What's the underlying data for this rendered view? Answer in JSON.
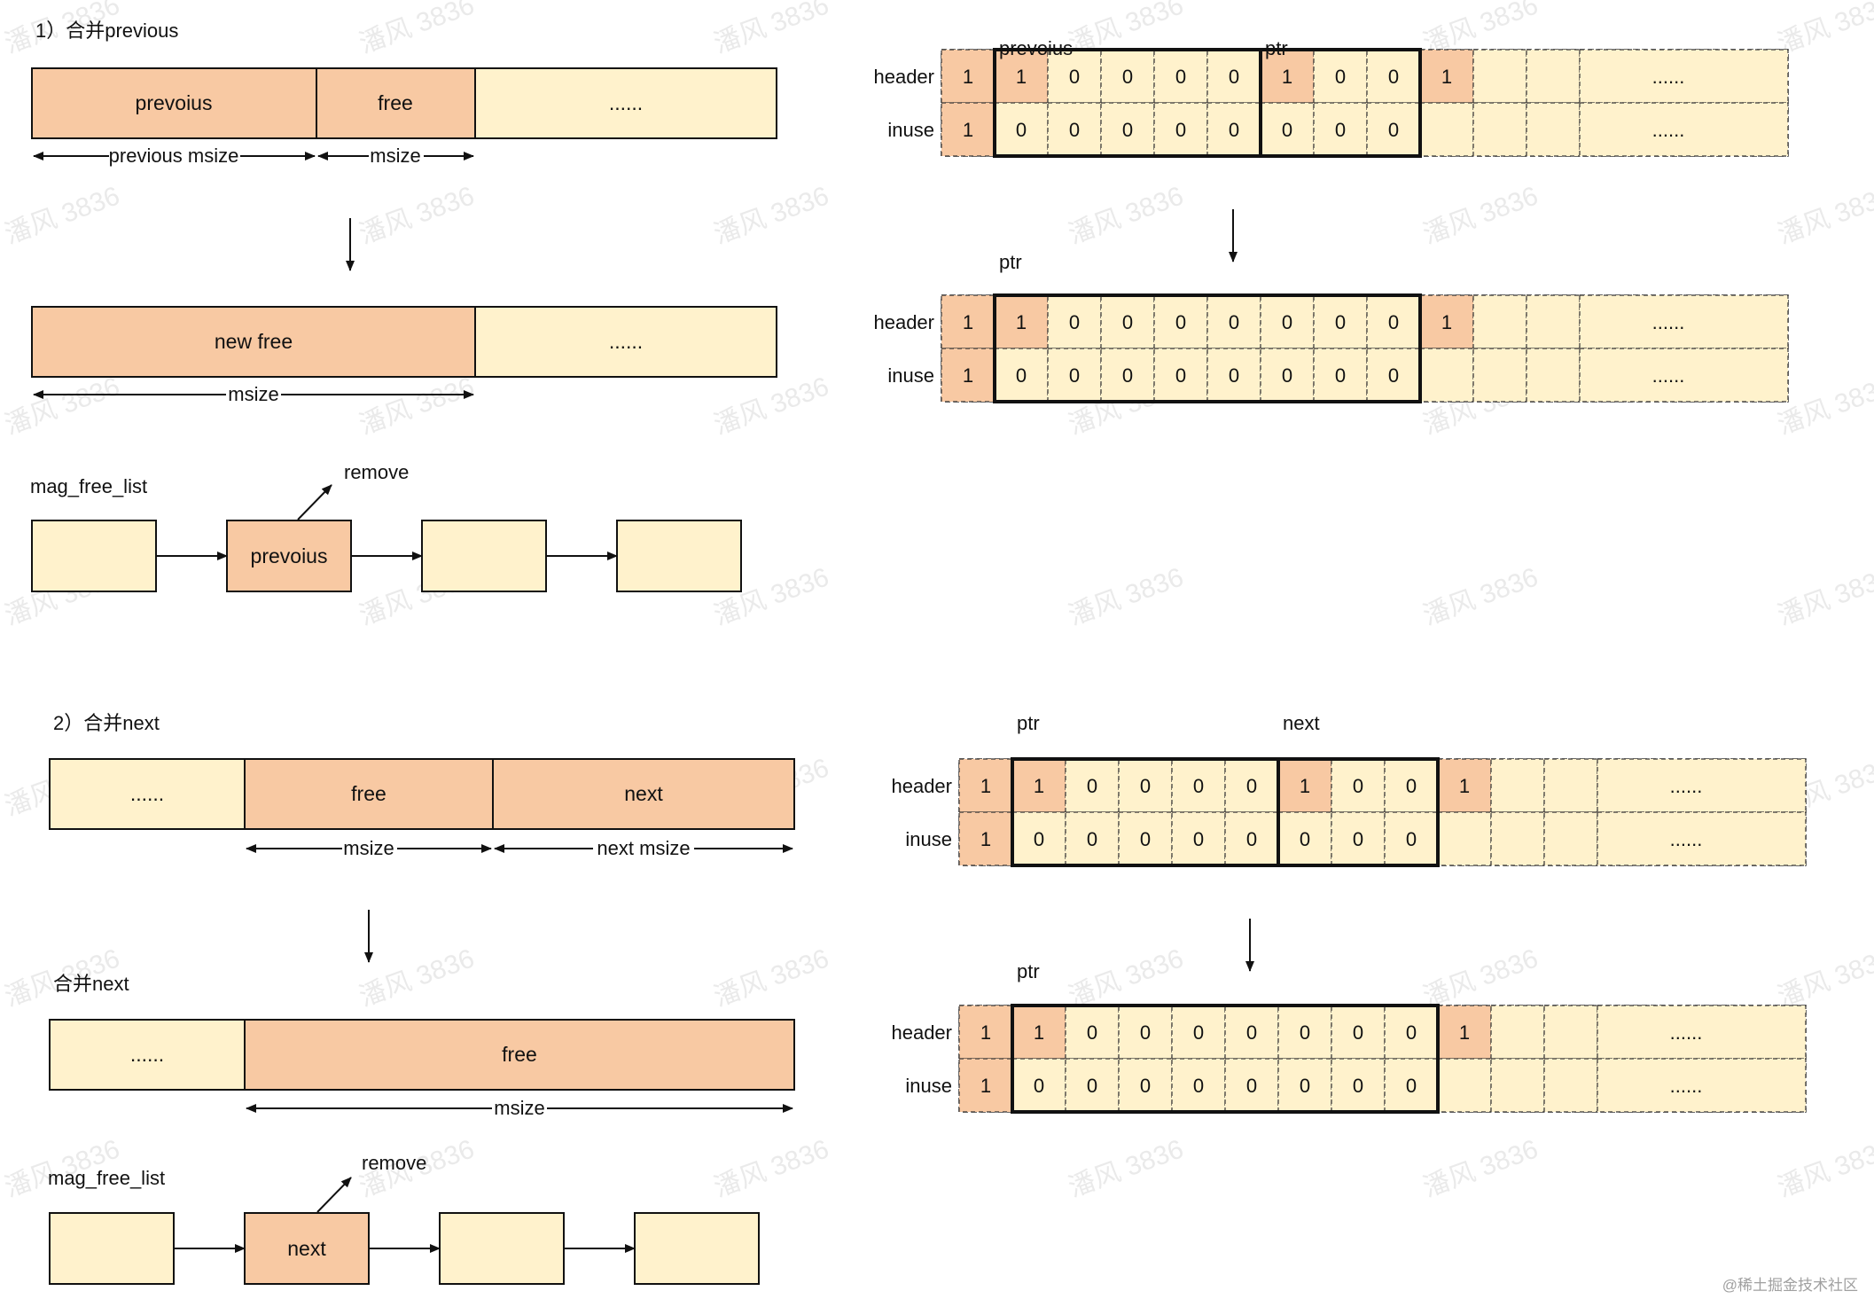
{
  "section1": {
    "title": "1）合并previous",
    "blocks": [
      "prevoius",
      "free",
      "......"
    ],
    "dims": [
      "previous msize",
      "msize"
    ],
    "merged": [
      "new free",
      "......"
    ],
    "merged_dim": "msize",
    "list_label": "mag_free_list",
    "list_node": "prevoius",
    "remove": "remove"
  },
  "section2": {
    "title": "2）合并next",
    "blocks": [
      "......",
      "free",
      "next"
    ],
    "dims": [
      "msize",
      "next msize"
    ],
    "subtitle": "合并next",
    "merged": [
      "......",
      "free"
    ],
    "merged_dim": "msize",
    "list_label": "mag_free_list",
    "list_node": "next",
    "remove": "remove"
  },
  "bitmaps": {
    "row_labels": [
      "header",
      "inuse"
    ],
    "ellipsis": "......",
    "g1": {
      "tags": [
        "prevoius",
        "ptr"
      ],
      "header": [
        "1",
        "1",
        "0",
        "0",
        "0",
        "0",
        "1",
        "0",
        "0",
        "1"
      ],
      "inuse": [
        "1",
        "0",
        "0",
        "0",
        "0",
        "0",
        "0",
        "0",
        "0"
      ]
    },
    "g2": {
      "tags": [
        "ptr"
      ],
      "header": [
        "1",
        "1",
        "0",
        "0",
        "0",
        "0",
        "0",
        "0",
        "0",
        "1"
      ],
      "inuse": [
        "1",
        "0",
        "0",
        "0",
        "0",
        "0",
        "0",
        "0",
        "0"
      ]
    },
    "g3": {
      "tags": [
        "ptr",
        "next"
      ],
      "header": [
        "1",
        "1",
        "0",
        "0",
        "0",
        "0",
        "1",
        "0",
        "0",
        "1"
      ],
      "inuse": [
        "1",
        "0",
        "0",
        "0",
        "0",
        "0",
        "0",
        "0",
        "0"
      ]
    },
    "g4": {
      "tags": [
        "ptr"
      ],
      "header": [
        "1",
        "1",
        "0",
        "0",
        "0",
        "0",
        "0",
        "0",
        "0",
        "1"
      ],
      "inuse": [
        "1",
        "0",
        "0",
        "0",
        "0",
        "0",
        "0",
        "0",
        "0"
      ]
    }
  },
  "watermark": "潘风 3836",
  "credit": "@稀土掘金技术社区",
  "colors": {
    "light": "#fff2cc",
    "orange": "#f8c9a3",
    "stroke": "#111111"
  }
}
